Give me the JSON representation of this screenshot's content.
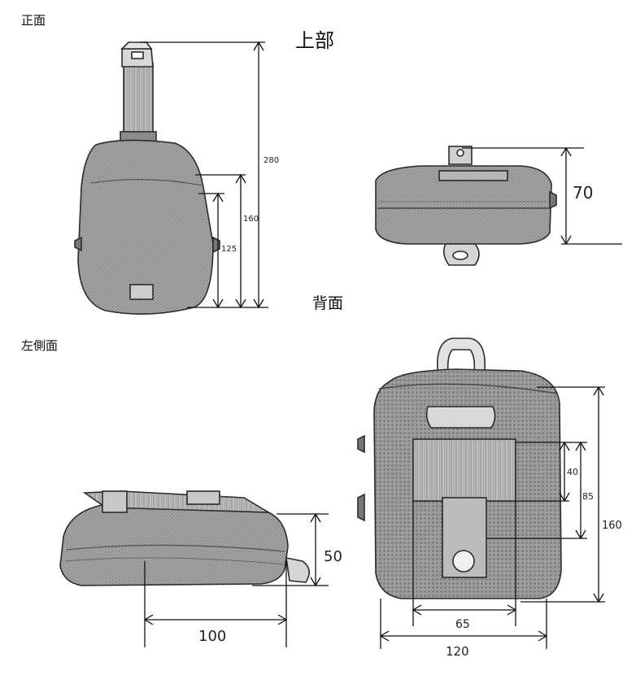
{
  "views": {
    "front": "正面",
    "top": "上部",
    "back": "背面",
    "left_side": "左側面"
  },
  "dimensions": {
    "front_total_height": "280",
    "front_body_height": "160",
    "front_lower_height": "125",
    "top_height": "70",
    "left_depth": "50",
    "left_length": "100",
    "back_strap_upper": "40",
    "back_strap_lower": "85",
    "back_total_height": "160",
    "back_strap_width": "65",
    "back_total_width": "120"
  },
  "colors": {
    "line": "#111111",
    "bag_fill": "#9a9a9a",
    "bag_dark": "#5e5e5e",
    "bag_light": "#c9c9c9"
  }
}
